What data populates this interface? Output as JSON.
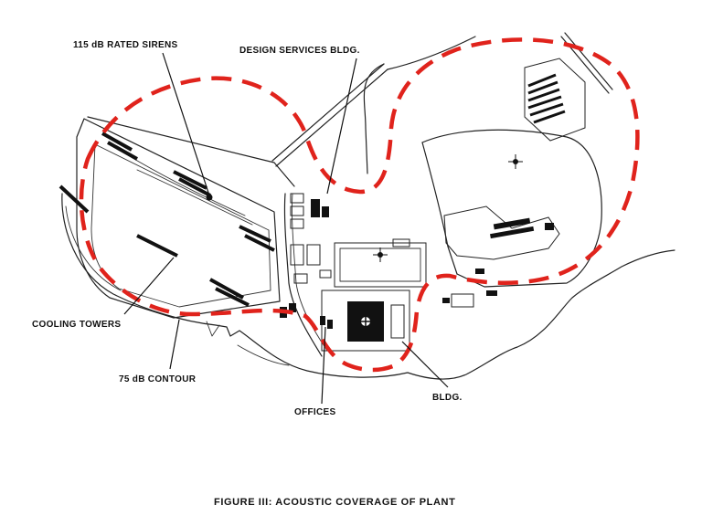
{
  "labels": {
    "sirens": "115 dB RATED SIRENS",
    "design_services": "DESIGN SERVICES BLDG.",
    "cooling_towers": "COOLING TOWERS",
    "contour": "75 dB CONTOUR",
    "offices": "OFFICES",
    "bldg": "BLDG."
  },
  "caption": "FIGURE III:  ACOUSTIC COVERAGE OF PLANT",
  "colors": {
    "contour": "#e0231c",
    "ink": "#111111"
  },
  "icons": [
    "compass-cross-icon"
  ]
}
